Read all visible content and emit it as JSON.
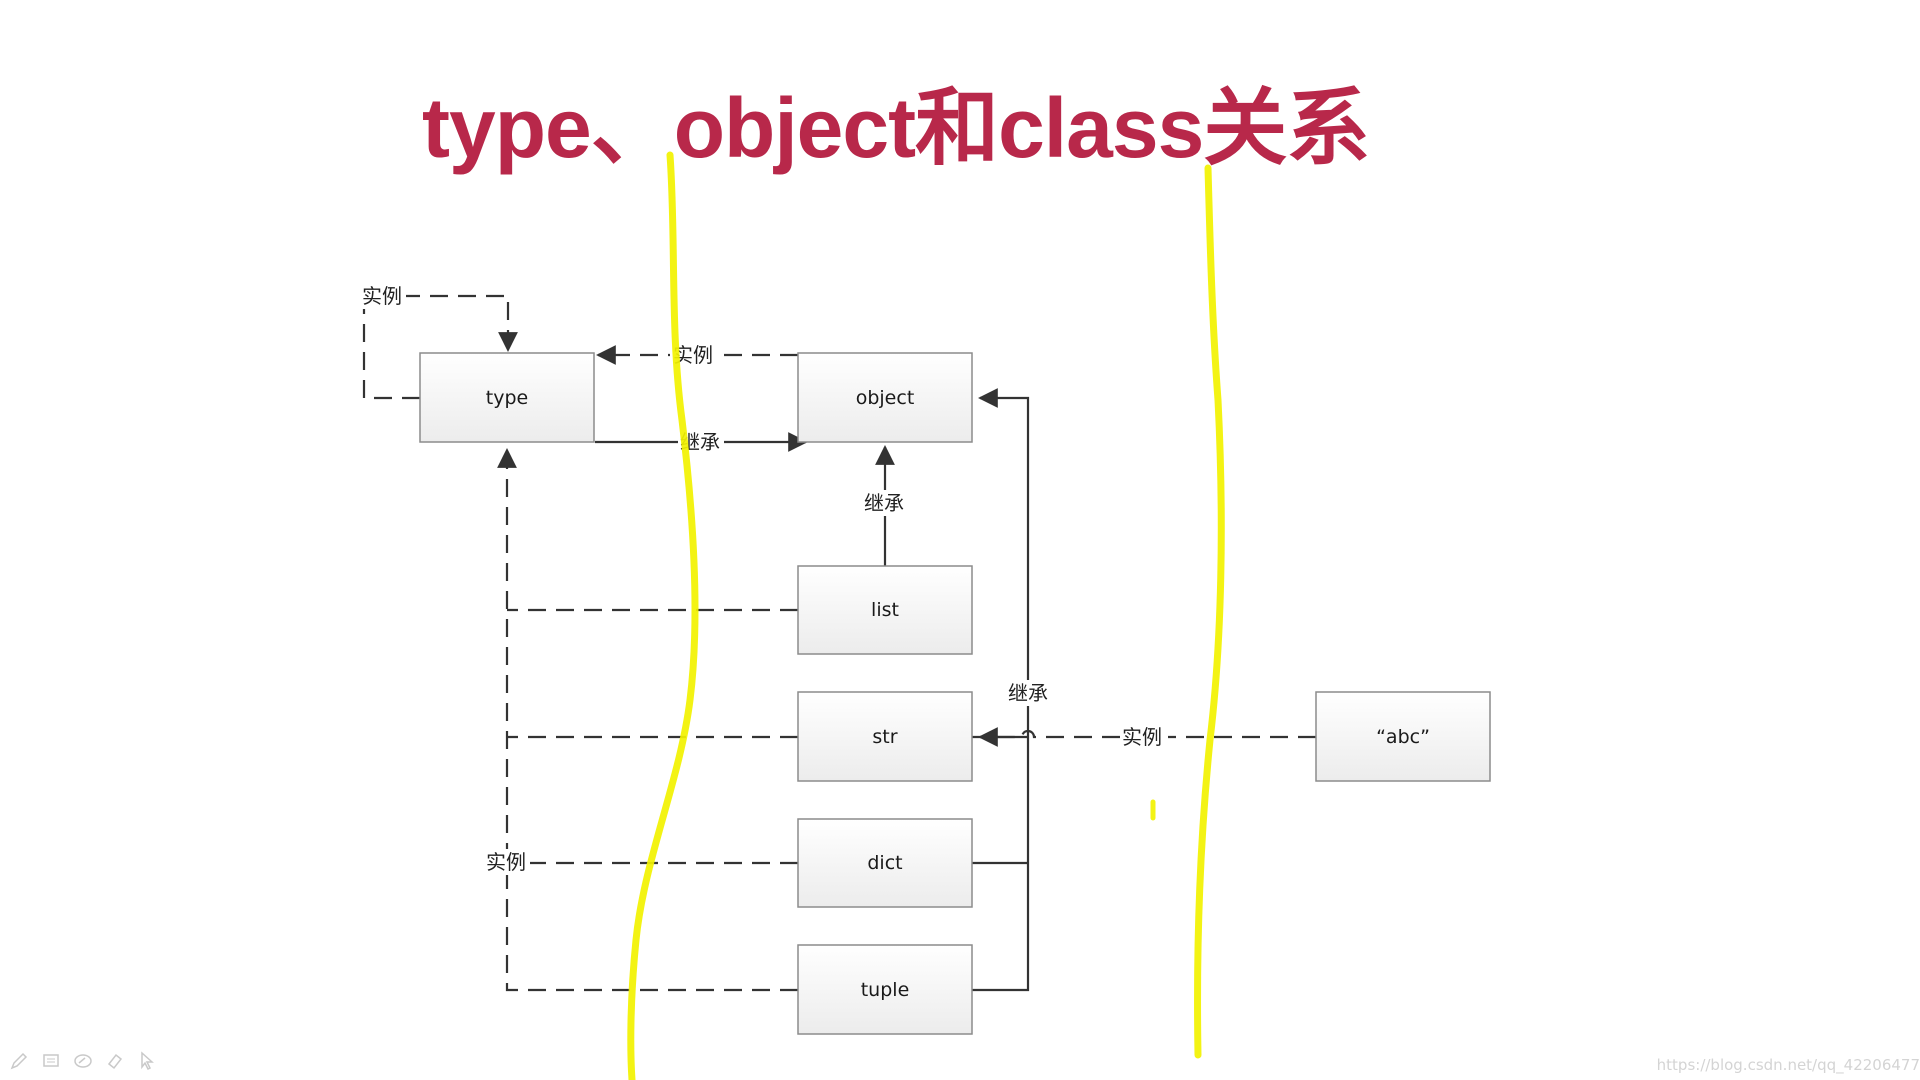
{
  "title": "type、object和class关系",
  "colors": {
    "title": "#b8284a",
    "highlighter": "#f2f200",
    "line": "#333333",
    "box_border": "#8c8c8c"
  },
  "nodes": {
    "type": "type",
    "object": "object",
    "list": "list",
    "str": "str",
    "dict": "dict",
    "tuple": "tuple",
    "abc": "“abc”"
  },
  "edge_labels": {
    "type_self_instance": "实例",
    "type_instance_of_object": "实例",
    "type_inherits_object": "继承",
    "list_inherits_object": "继承",
    "builtins_inherit_object": "继承",
    "abc_instance_of_str": "实例",
    "builtins_instance_of_type": "实例"
  },
  "toolbar": {
    "icons": [
      "pen-icon",
      "screen-icon",
      "eraser-circle-icon",
      "eraser-icon",
      "cursor-icon"
    ]
  },
  "watermark": "https://blog.csdn.net/qq_42206477"
}
